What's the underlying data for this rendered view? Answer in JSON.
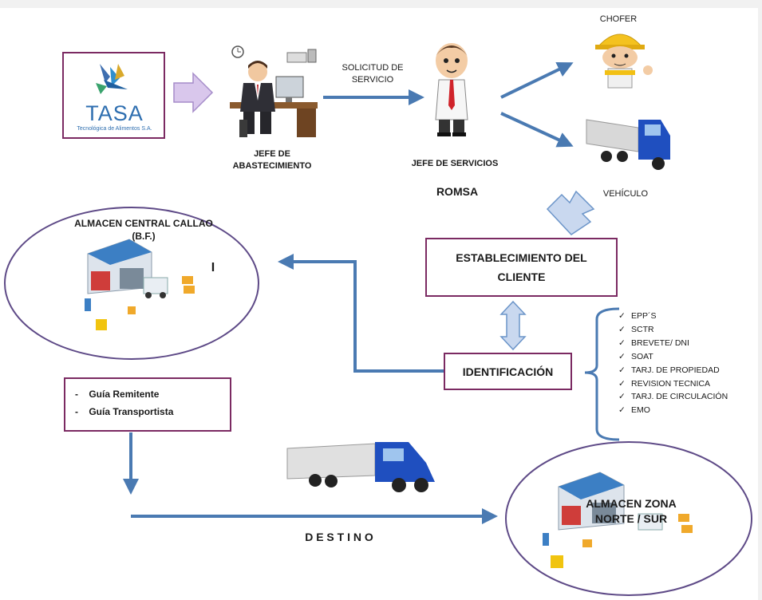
{
  "tasa": {
    "name": "TASA",
    "subtitle": "Tecnológica de Alimentos S.A."
  },
  "labels": {
    "jefe_abastecimiento": [
      "JEFE DE",
      "ABASTECIMIENTO"
    ],
    "solicitud": [
      "SOLICITUD DE",
      "SERVICIO"
    ],
    "jefe_servicios": "JEFE DE SERVICIOS",
    "romsa": "ROMSA",
    "chofer": "CHOFER",
    "vehiculo": "VEHÍCULO",
    "almacen_central": [
      "ALMACEN CENTRAL CALLAO",
      "(B.F.)"
    ],
    "stray_mark": "I",
    "establecimiento": [
      "ESTABLECIMIENTO DEL",
      "CLIENTE"
    ],
    "identificacion": "IDENTIFICACIÓN",
    "destino": "D E S T I N O",
    "almacen_zona": [
      "ALMACEN ZONA",
      "NORTE / SUR"
    ]
  },
  "guides": [
    "Guía Remitente",
    "Guía Transportista"
  ],
  "guide_bullet": "-",
  "checklist": [
    "EPP´S",
    "SCTR",
    "BREVETE/ DNI",
    "SOAT",
    "TARJ. DE PROPIEDAD",
    "REVISION TECNICA",
    "TARJ. DE CIRCULACIÓN",
    "EMO"
  ],
  "check_glyph": "✓",
  "colors": {
    "arrow": "#4a7ab2",
    "box_border": "#7b2a62",
    "ellipse_border": "#5e4a87",
    "block_arrow_fill": "#c9d8ef",
    "purple_arrow_fill": "#d9c7ec",
    "truck_cab": "#1f4fbf"
  }
}
